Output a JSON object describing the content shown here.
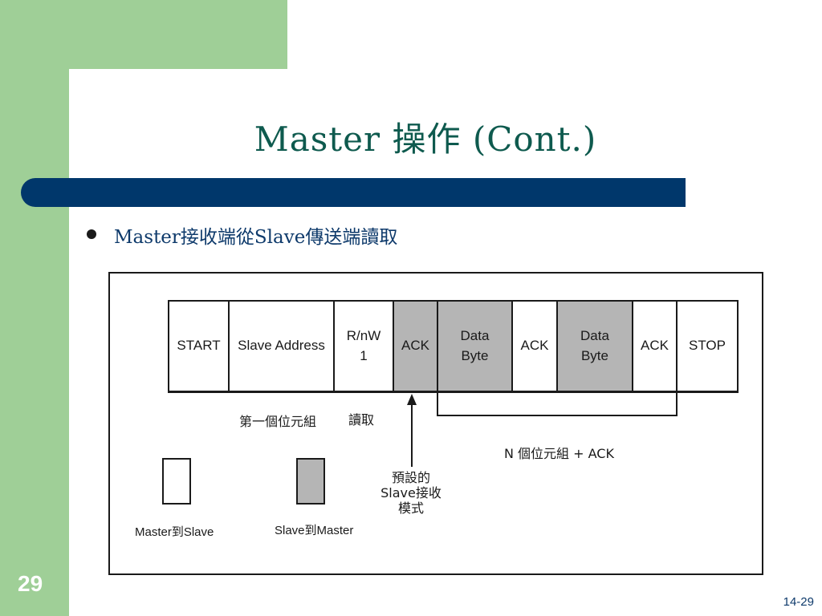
{
  "slide": {
    "title": "Master 操作 (Cont.)",
    "bullet": "Master接收端從Slave傳送端讀取",
    "page_number": "29",
    "slide_code": "14-29"
  },
  "colors": {
    "sidebar_green": "#9fcf97",
    "title_bar_navy": "#00376b",
    "title_text": "#0e5a4e",
    "slave_cell_gray": "#b5b5b5"
  },
  "diagram": {
    "cells": [
      {
        "text": "START",
        "sender": "master"
      },
      {
        "text": "Slave Address",
        "sender": "master"
      },
      {
        "text": "R/nW\n1",
        "sender": "master"
      },
      {
        "text": "ACK",
        "sender": "slave"
      },
      {
        "text": "Data\nByte",
        "sender": "slave"
      },
      {
        "text": "ACK",
        "sender": "master"
      },
      {
        "text": "Data\nByte",
        "sender": "slave"
      },
      {
        "text": "ACK",
        "sender": "master"
      },
      {
        "text": "STOP",
        "sender": "master"
      }
    ],
    "label_first_byte": "第一個位元組",
    "label_read": "讀取",
    "label_n_bytes": "N 個位元組 + ACK",
    "label_default_mode": "預設的\nSlave接收\n模式",
    "legend": {
      "master_to_slave": "Master到Slave",
      "slave_to_master": "Slave到Master"
    }
  }
}
